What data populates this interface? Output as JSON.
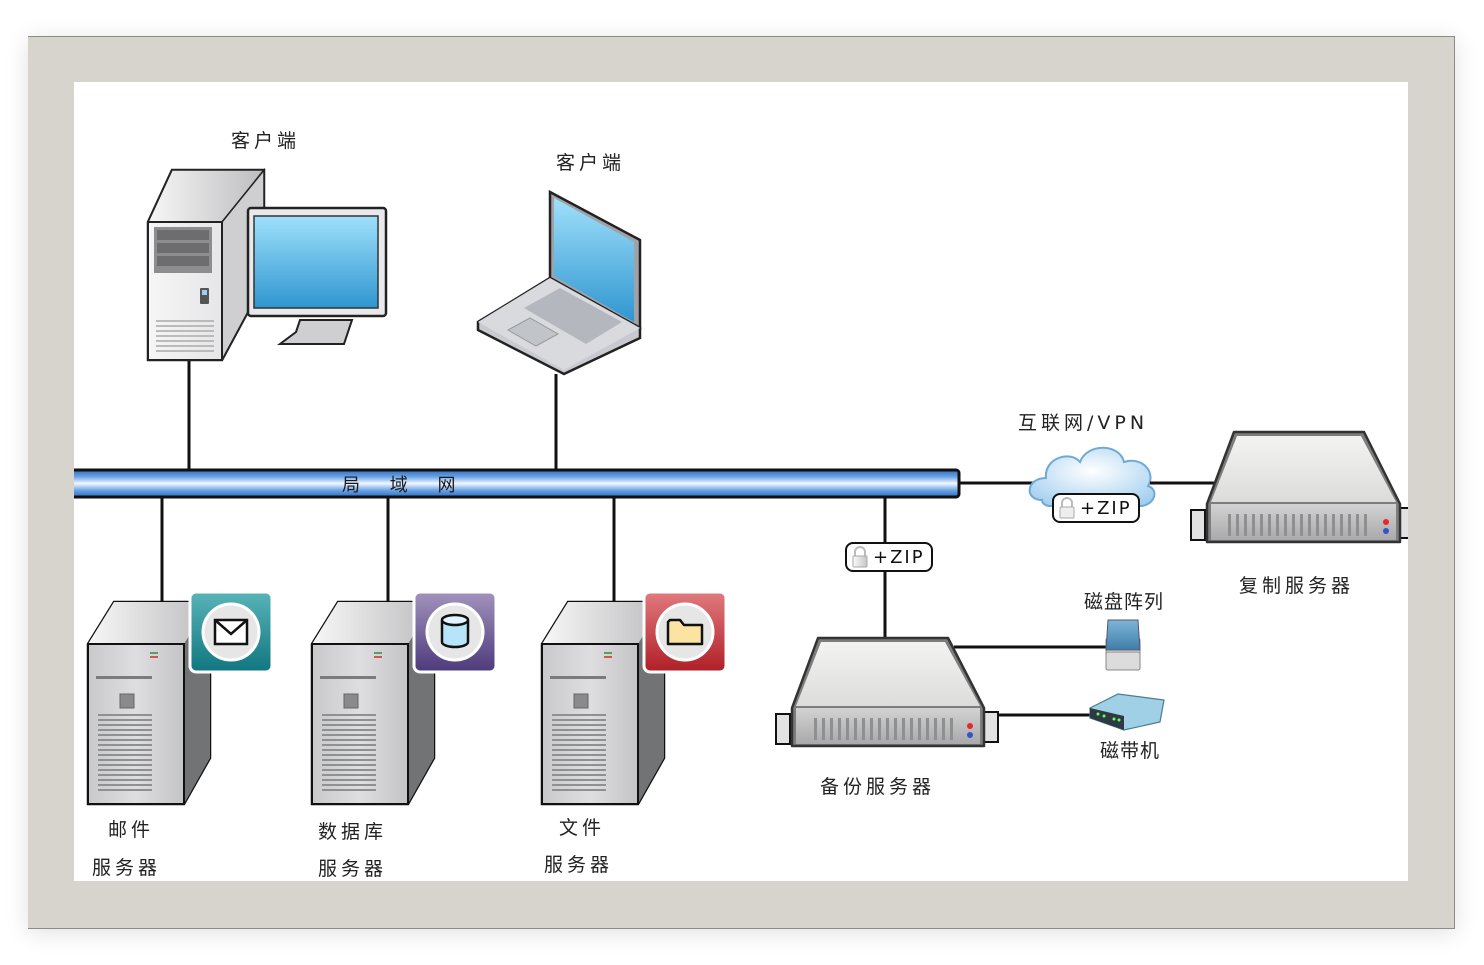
{
  "diagram": {
    "title": "备份网络拓扑",
    "lan": {
      "label": "局 域 网"
    },
    "nodes": {
      "desktop_client": {
        "label": "客户端",
        "type": "desktop"
      },
      "laptop_client": {
        "label": "客户端",
        "type": "laptop"
      },
      "mail_server": {
        "label_line1": "邮件",
        "label_line2": "服务器",
        "badge_icon": "envelope-icon",
        "badge_color": "#1e8a93"
      },
      "db_server": {
        "label_line1": "数据库",
        "label_line2": "服务器",
        "badge_icon": "database-icon",
        "badge_color": "#5a4587"
      },
      "file_server": {
        "label_line1": "文件",
        "label_line2": "服务器",
        "badge_icon": "folder-icon",
        "badge_color": "#b8262e"
      },
      "backup_server": {
        "label": "备份服务器"
      },
      "disk_array": {
        "label": "磁盘阵列"
      },
      "tape_drive": {
        "label": "磁带机"
      },
      "internet": {
        "label": "互联网/VPN"
      },
      "replica_server": {
        "label": "复制服务器"
      }
    },
    "links": [
      {
        "from": "desktop_client",
        "to": "lan"
      },
      {
        "from": "laptop_client",
        "to": "lan"
      },
      {
        "from": "lan",
        "to": "mail_server"
      },
      {
        "from": "lan",
        "to": "db_server"
      },
      {
        "from": "lan",
        "to": "file_server"
      },
      {
        "from": "lan",
        "to": "backup_server",
        "badge": "+ZIP",
        "badge_icon": "lock-icon"
      },
      {
        "from": "lan",
        "to": "internet"
      },
      {
        "from": "internet",
        "to": "replica_server",
        "badge": "+ZIP",
        "badge_icon": "lock-icon"
      },
      {
        "from": "backup_server",
        "to": "disk_array"
      },
      {
        "from": "backup_server",
        "to": "tape_drive"
      }
    ],
    "colors": {
      "frame": "#d7d4cd",
      "lan_blue": "#3f7fcf",
      "screen_blue": "#3aa0dc",
      "line": "#111111"
    }
  }
}
